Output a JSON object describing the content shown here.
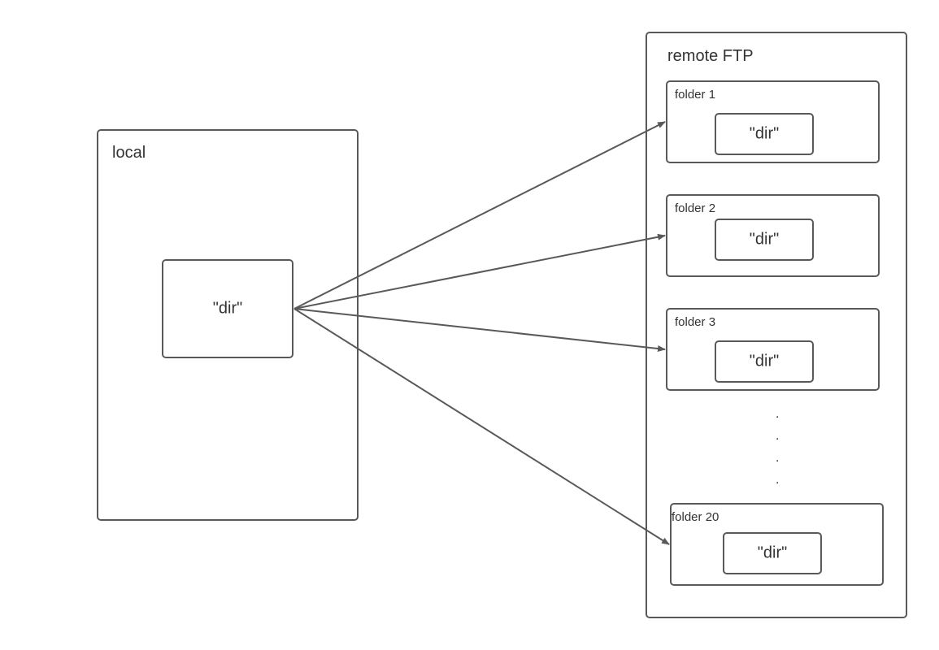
{
  "local": {
    "title": "local",
    "item": "\"dir\""
  },
  "remote": {
    "title": "remote FTP",
    "folders": [
      {
        "label": "folder 1",
        "item": "\"dir\""
      },
      {
        "label": "folder 2",
        "item": "\"dir\""
      },
      {
        "label": "folder 3",
        "item": "\"dir\""
      },
      {
        "label": "folder 20",
        "item": "\"dir\""
      }
    ],
    "ellipsis": [
      ".",
      ".",
      ".",
      "."
    ]
  },
  "colors": {
    "stroke": "#595959",
    "text": "#333333",
    "background": "#ffffff"
  }
}
